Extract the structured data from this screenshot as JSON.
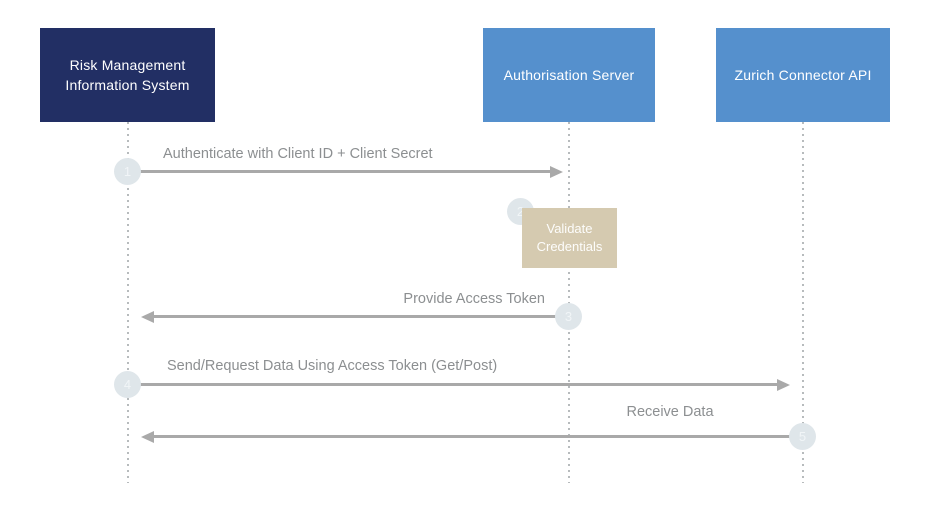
{
  "colors": {
    "primary_navy": "#222f64",
    "secondary_blue": "#5590cd",
    "process_tan": "#d5cab0",
    "step_circle": "#dfe6ea",
    "arrow_gray": "#a9a9a9",
    "label_gray": "#8c8f91",
    "lifeline_gray": "#b7bbbd"
  },
  "actors": [
    {
      "label": "Risk Management Information System"
    },
    {
      "label": "Authorisation Server"
    },
    {
      "label": "Zurich Connector API"
    }
  ],
  "messages": [
    {
      "step": "1",
      "label": "Authenticate with Client ID + Client Secret",
      "from": "Risk Management Information System",
      "to": "Authorisation Server",
      "type": "arrow",
      "direction": "right"
    },
    {
      "step": "2",
      "label": "Validate Credentials",
      "actor": "Authorisation Server",
      "type": "self-process"
    },
    {
      "step": "3",
      "label": "Provide Access Token",
      "from": "Authorisation Server",
      "to": "Risk Management Information System",
      "type": "arrow",
      "direction": "left"
    },
    {
      "step": "4",
      "label": "Send/Request Data Using Access Token (Get/Post)",
      "from": "Risk Management Information System",
      "to": "Zurich Connector API",
      "type": "arrow",
      "direction": "right"
    },
    {
      "step": "5",
      "label": "Receive Data",
      "from": "Zurich Connector API",
      "to": "Risk Management Information System",
      "type": "arrow",
      "direction": "left"
    }
  ]
}
